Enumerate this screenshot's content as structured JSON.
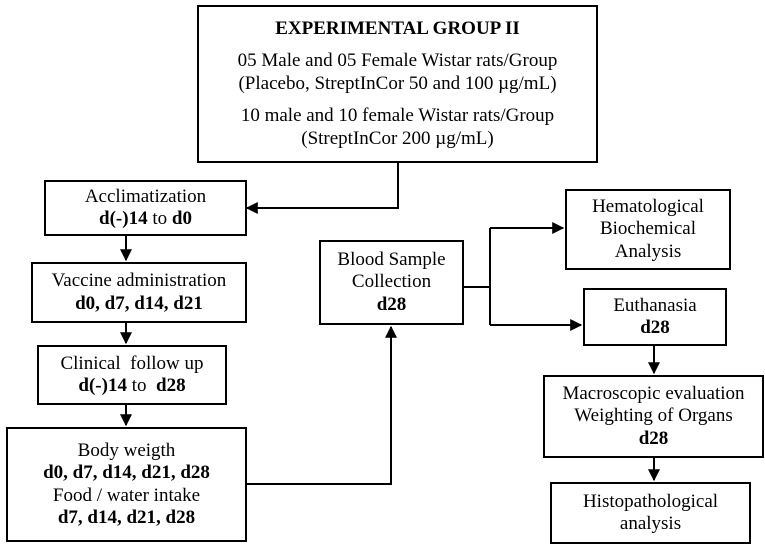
{
  "group_box": {
    "title": "EXPERIMENTAL GROUP  II",
    "line1": "05 Male and 05 Female Wistar rats/Group",
    "line2": "(Placebo, StreptInCor 50 and 100 µg/mL)",
    "line3": "10 male and 10 female Wistar rats/Group",
    "line4": "(StreptInCor  200 µg/mL)"
  },
  "acclimatization": {
    "label": "Acclimatization",
    "range_start": "d(-)14",
    "range_join": " to ",
    "range_end": "d0"
  },
  "vaccine": {
    "label": "Vaccine administration",
    "days": "d0, d7, d14, d21"
  },
  "clinical": {
    "label": "Clinical  follow up",
    "range_start": "d(-)14",
    "range_join": " to  ",
    "range_end": "d28"
  },
  "body": {
    "label1": "Body weigth",
    "days1": "d0, d7, d14, d21, d28",
    "label2": "Food / water intake",
    "days2": "d7, d14, d21, d28"
  },
  "blood": {
    "line1": "Blood Sample",
    "line2": "Collection",
    "day": "d28"
  },
  "hematological": {
    "line1": "Hematological",
    "line2": "Biochemical",
    "line3": "Analysis"
  },
  "euthanasia": {
    "label": "Euthanasia",
    "day": "d28"
  },
  "macroscopic": {
    "line1": "Macroscopic evaluation",
    "line2": "Weighting of Organs",
    "day": "d28"
  },
  "histopathological": {
    "line1": "Histopathological",
    "line2": "analysis"
  }
}
